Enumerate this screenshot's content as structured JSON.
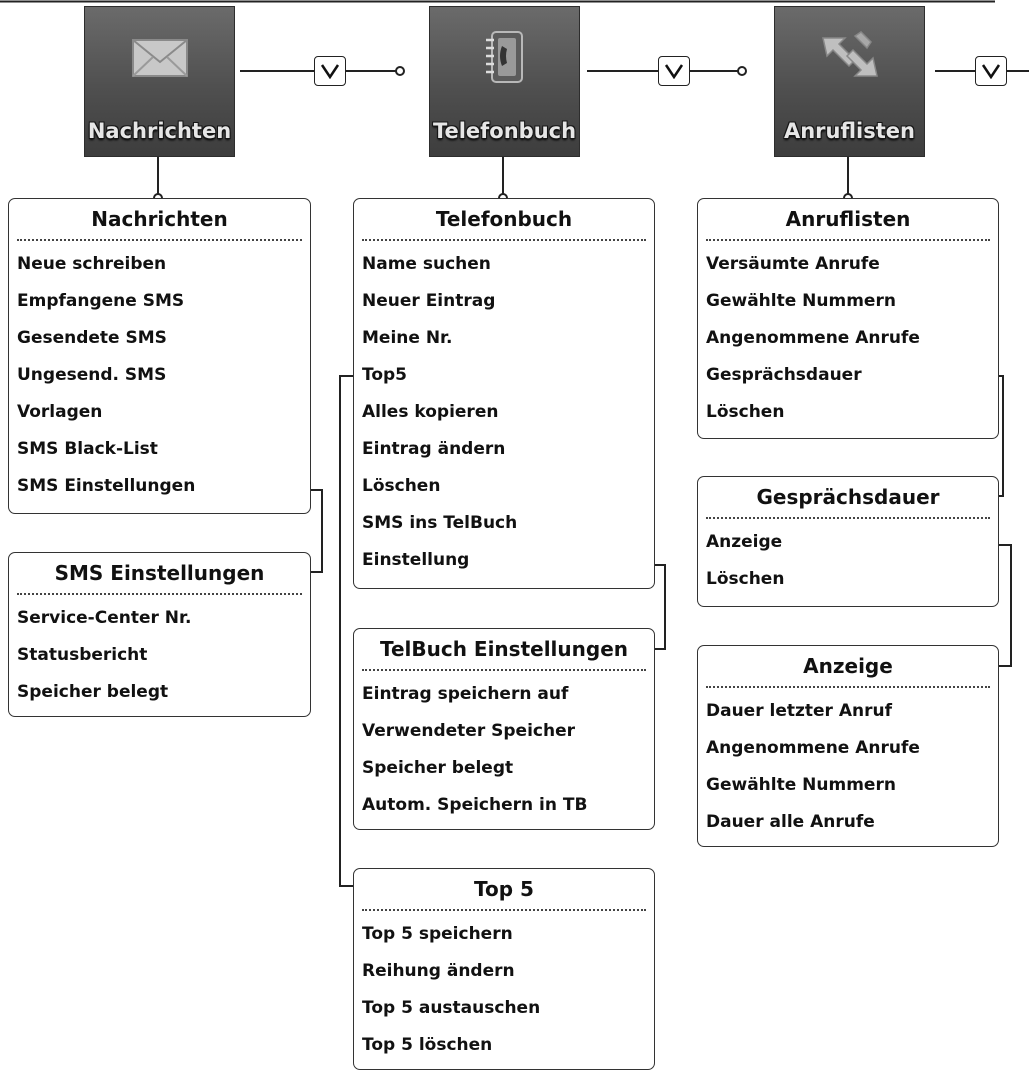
{
  "menus": [
    {
      "tile_label": "Nachrichten",
      "icon": "envelope-icon"
    },
    {
      "tile_label": "Telefonbuch",
      "icon": "phonebook-icon"
    },
    {
      "tile_label": "Anruflisten",
      "icon": "call-arrows-icon"
    }
  ],
  "boxes": {
    "nachrichten": {
      "title": "Nachrichten",
      "items": [
        "Neue schreiben",
        "Empfangene SMS",
        "Gesendete SMS",
        "Ungesend. SMS",
        "Vorlagen",
        "SMS Black-List",
        "SMS Einstellungen"
      ]
    },
    "sms_einstellungen": {
      "title": "SMS Einstellungen",
      "items": [
        "Service-Center Nr.",
        "Statusbericht",
        "Speicher belegt"
      ]
    },
    "telefonbuch": {
      "title": "Telefonbuch",
      "items": [
        "Name suchen",
        "Neuer Eintrag",
        "Meine Nr.",
        "Top5",
        "Alles kopieren",
        "Eintrag ändern",
        "Löschen",
        "SMS ins TelBuch",
        "Einstellung"
      ]
    },
    "telbuch_einstellungen": {
      "title": "TelBuch Einstellungen",
      "items": [
        "Eintrag speichern auf",
        "Verwendeter Speicher",
        "Speicher belegt",
        "Autom. Speichern in TB"
      ]
    },
    "top5": {
      "title": "Top 5",
      "items": [
        "Top 5 speichern",
        "Reihung ändern",
        "Top 5 austauschen",
        "Top 5 löschen"
      ]
    },
    "anruflisten": {
      "title": "Anruflisten",
      "items": [
        "Versäumte Anrufe",
        "Gewählte Nummern",
        "Angenommene Anrufe",
        "Gesprächsdauer",
        "Löschen"
      ]
    },
    "gespraechsdauer": {
      "title": "Gesprächsdauer",
      "items": [
        "Anzeige",
        "Löschen"
      ]
    },
    "anzeige": {
      "title": "Anzeige",
      "items": [
        "Dauer letzter Anruf",
        "Angenommene Anrufe",
        "Gewählte Nummern",
        "Dauer alle Anrufe"
      ]
    }
  },
  "colors": {
    "tile": "#555555",
    "line": "#222222",
    "tile_text": "#e6e6e6"
  }
}
